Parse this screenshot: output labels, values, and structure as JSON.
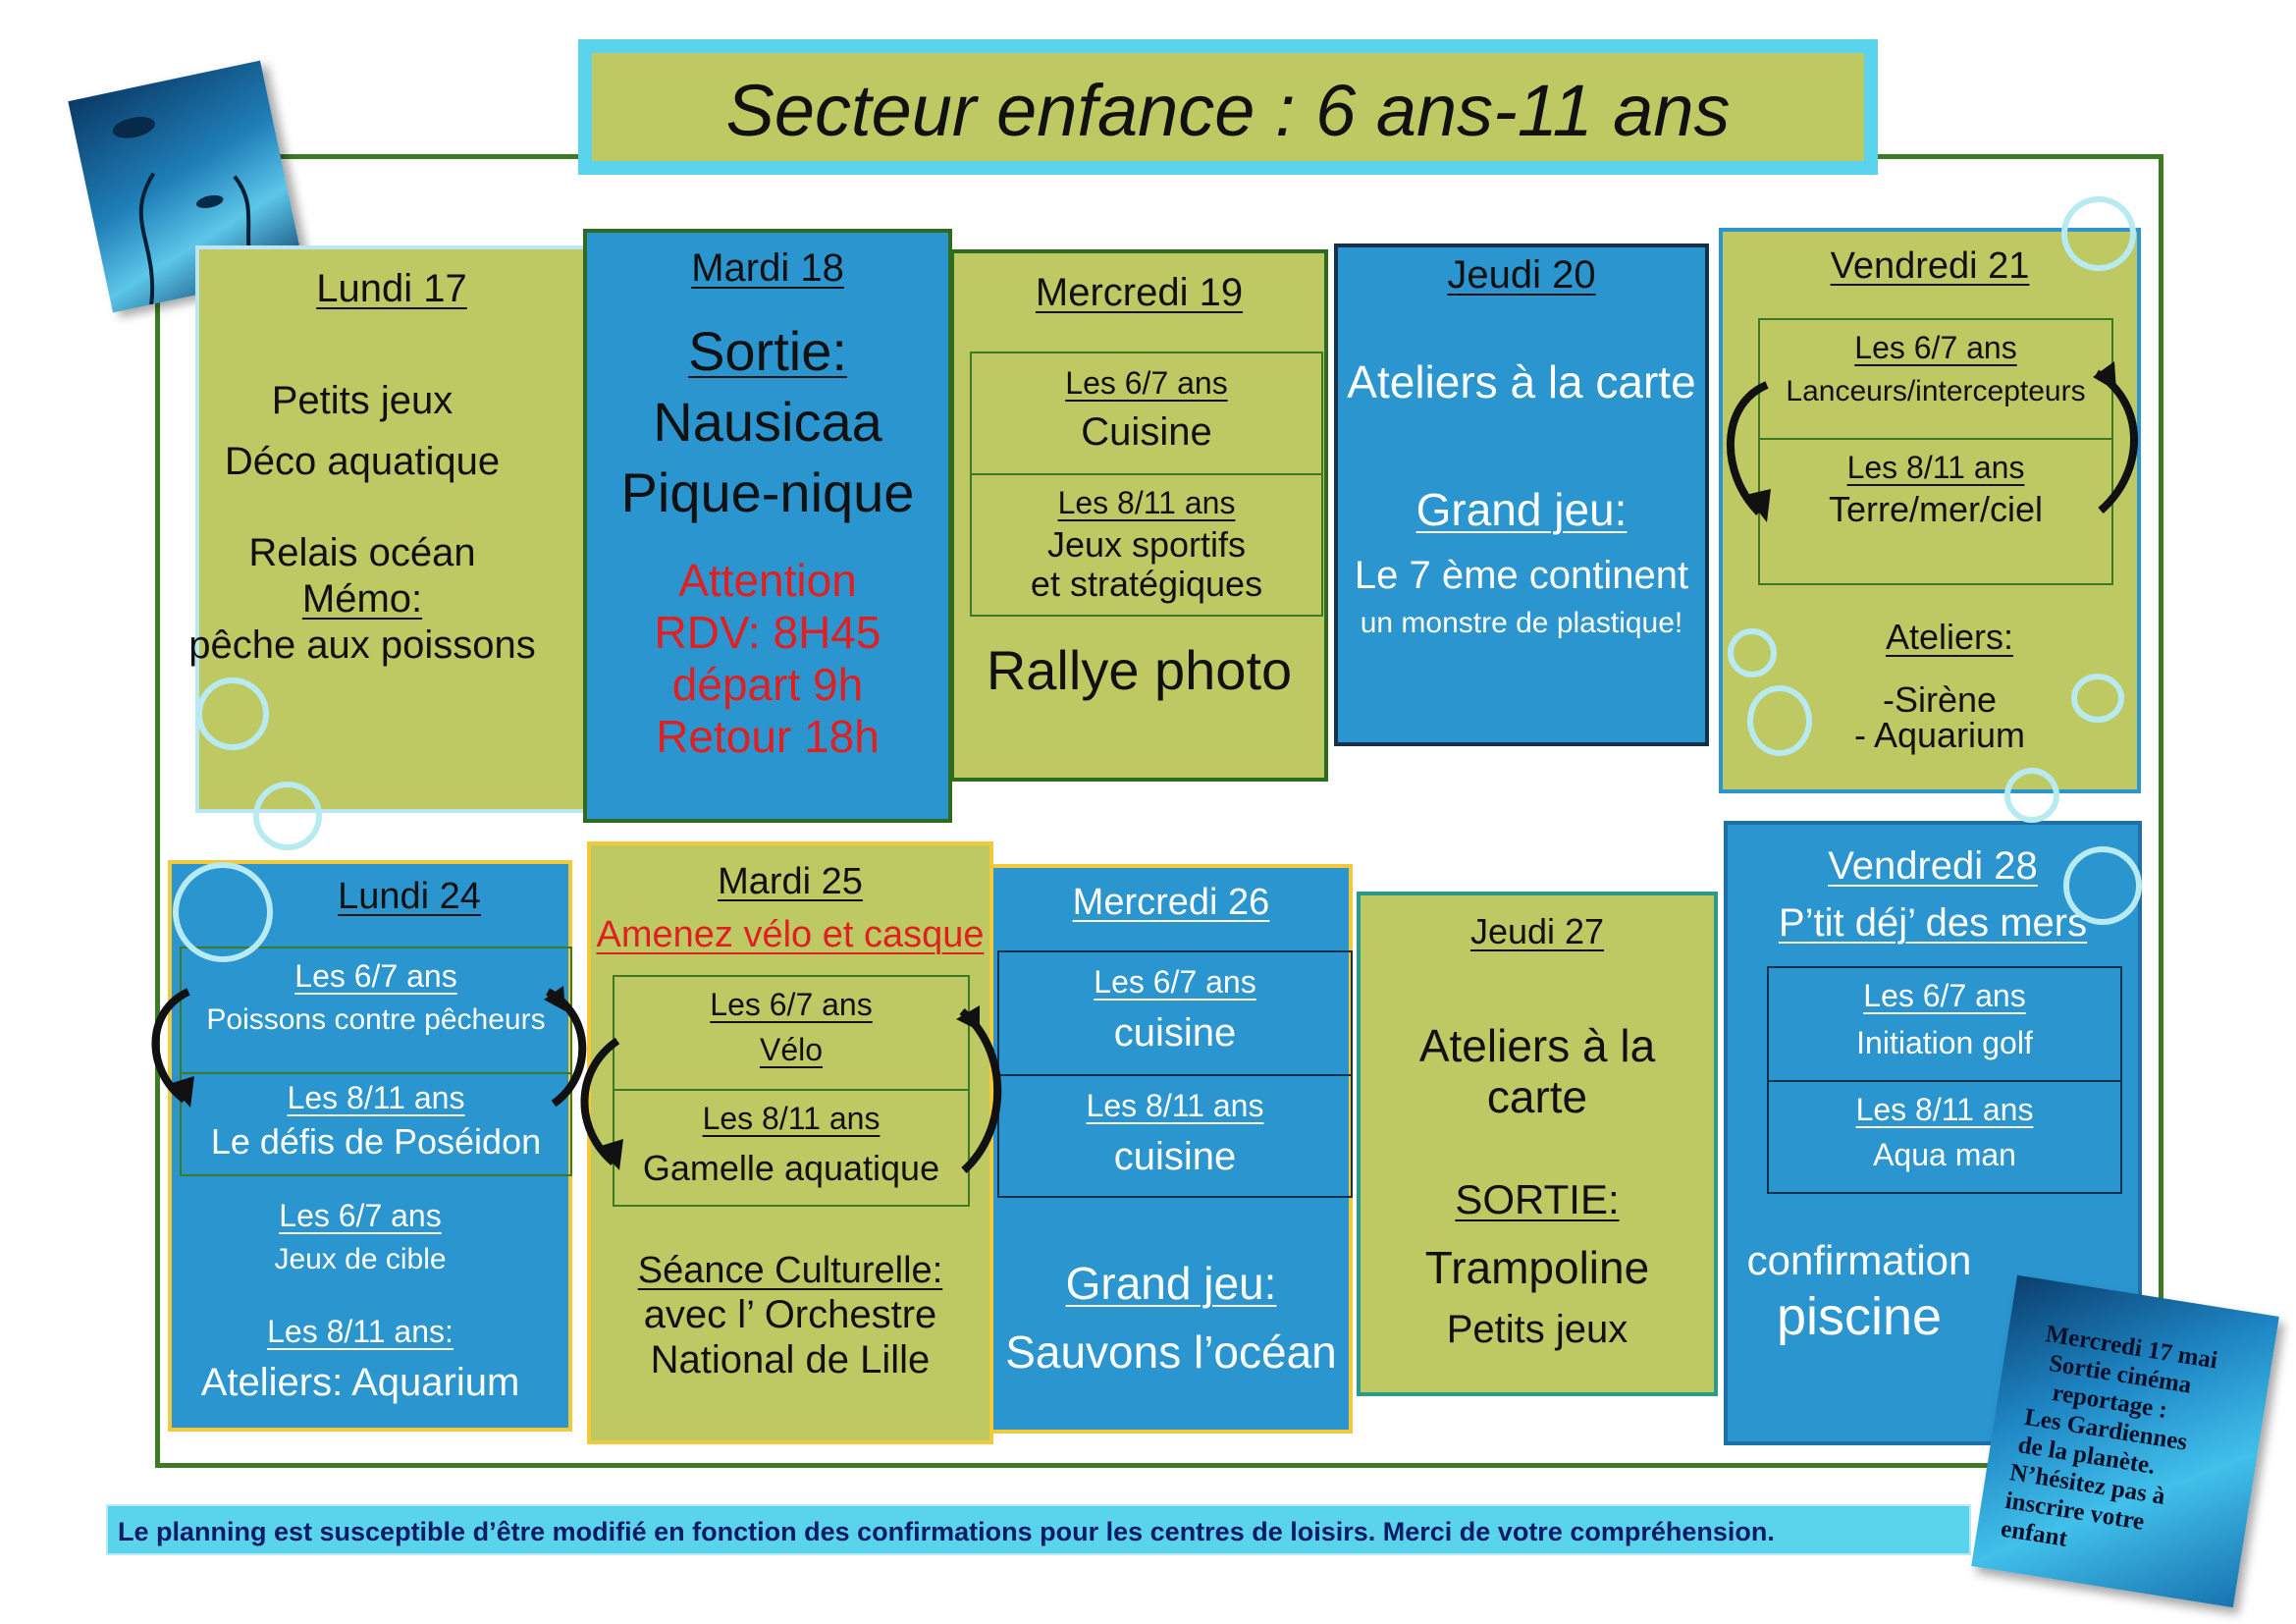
{
  "title": "Secteur enfance : 6 ans-11 ans",
  "week1": {
    "lundi": {
      "day": "Lundi 17",
      "l1": "Petits jeux",
      "l2": "Déco aquatique",
      "l3": "Relais océan",
      "l4": "Mémo:",
      "l5": "pêche aux poissons"
    },
    "mardi": {
      "day": "Mardi 18",
      "l1": "Sortie:",
      "l2": "Nausicaa",
      "l3": "Pique-nique",
      "w1": "Attention",
      "w2": "RDV: 8H45",
      "w3": "départ 9h",
      "w4": "Retour 18h"
    },
    "mercredi": {
      "day": "Mercredi 19",
      "g1": "Les 6/7 ans",
      "a1": "Cuisine",
      "g2": "Les 8/11 ans",
      "a2a": "Jeux sportifs",
      "a2b": "et stratégiques",
      "l1": "Rallye photo"
    },
    "jeudi": {
      "day": "Jeudi 20",
      "l1": "Ateliers à la carte",
      "l2": "Grand jeu:",
      "l3": "Le 7 ème continent",
      "l4": "un monstre de plastique!"
    },
    "vendredi": {
      "day": "Vendredi 21",
      "g1": "Les 6/7 ans",
      "a1": "Lanceurs/intercepteurs",
      "g2": "Les 8/11 ans",
      "a2": "Terre/mer/ciel",
      "l1": "Ateliers:",
      "l2": "-Sirène",
      "l3": "- Aquarium"
    }
  },
  "week2": {
    "lundi": {
      "day": "Lundi 24",
      "g1": "Les 6/7 ans",
      "a1": "Poissons contre pêcheurs",
      "g2": "Les 8/11 ans",
      "a2": "Le défis de Poséidon",
      "g3": "Les 6/7 ans",
      "a3": "Jeux de cible",
      "g4": "Les 8/11 ans:",
      "a4": "Ateliers: Aquarium"
    },
    "mardi": {
      "day": "Mardi 25",
      "note": "Amenez vélo et casque",
      "g1": "Les 6/7 ans",
      "a1": "Vélo",
      "g2": "Les 8/11 ans",
      "a2": "Gamelle aquatique",
      "l1": "Séance Culturelle:",
      "l2": "avec l’ Orchestre",
      "l3": "National de Lille"
    },
    "mercredi": {
      "day": "Mercredi 26",
      "g1": "Les 6/7 ans",
      "a1": "cuisine",
      "g2": "Les 8/11 ans",
      "a2": "cuisine",
      "l1": "Grand jeu:",
      "l2": "Sauvons l’océan"
    },
    "jeudi": {
      "day": "Jeudi 27",
      "l1": "Ateliers à la",
      "l2": "carte",
      "l3": "SORTIE:",
      "l4": "Trampoline",
      "l5": "Petits jeux"
    },
    "vendredi": {
      "day": "Vendredi  28",
      "sub": "P’tit déj’ des mers",
      "g1": "Les 6/7 ans",
      "a1": "Initiation golf",
      "g2": "Les 8/11 ans",
      "a2": "Aqua man",
      "l1": "confirmation",
      "l2": "piscine"
    }
  },
  "footer": "Le planning est susceptible d’être modifié en fonction des confirmations pour les centres de loisirs. Merci de votre compréhension.",
  "note_card": {
    "l1": "Mercredi 17 mai",
    "l2": "Sortie cinéma",
    "l3": "reportage :",
    "l4": "Les Gardiennes",
    "l5": "de la planète.",
    "l6": "N’hésitez pas à",
    "l7": "inscrire votre",
    "l8": "enfant"
  },
  "colors": {
    "green": "#bfc963",
    "blue": "#2b95cf",
    "red": "#e02020",
    "cyan": "#5ad3ec",
    "frame": "#3d7a23"
  }
}
